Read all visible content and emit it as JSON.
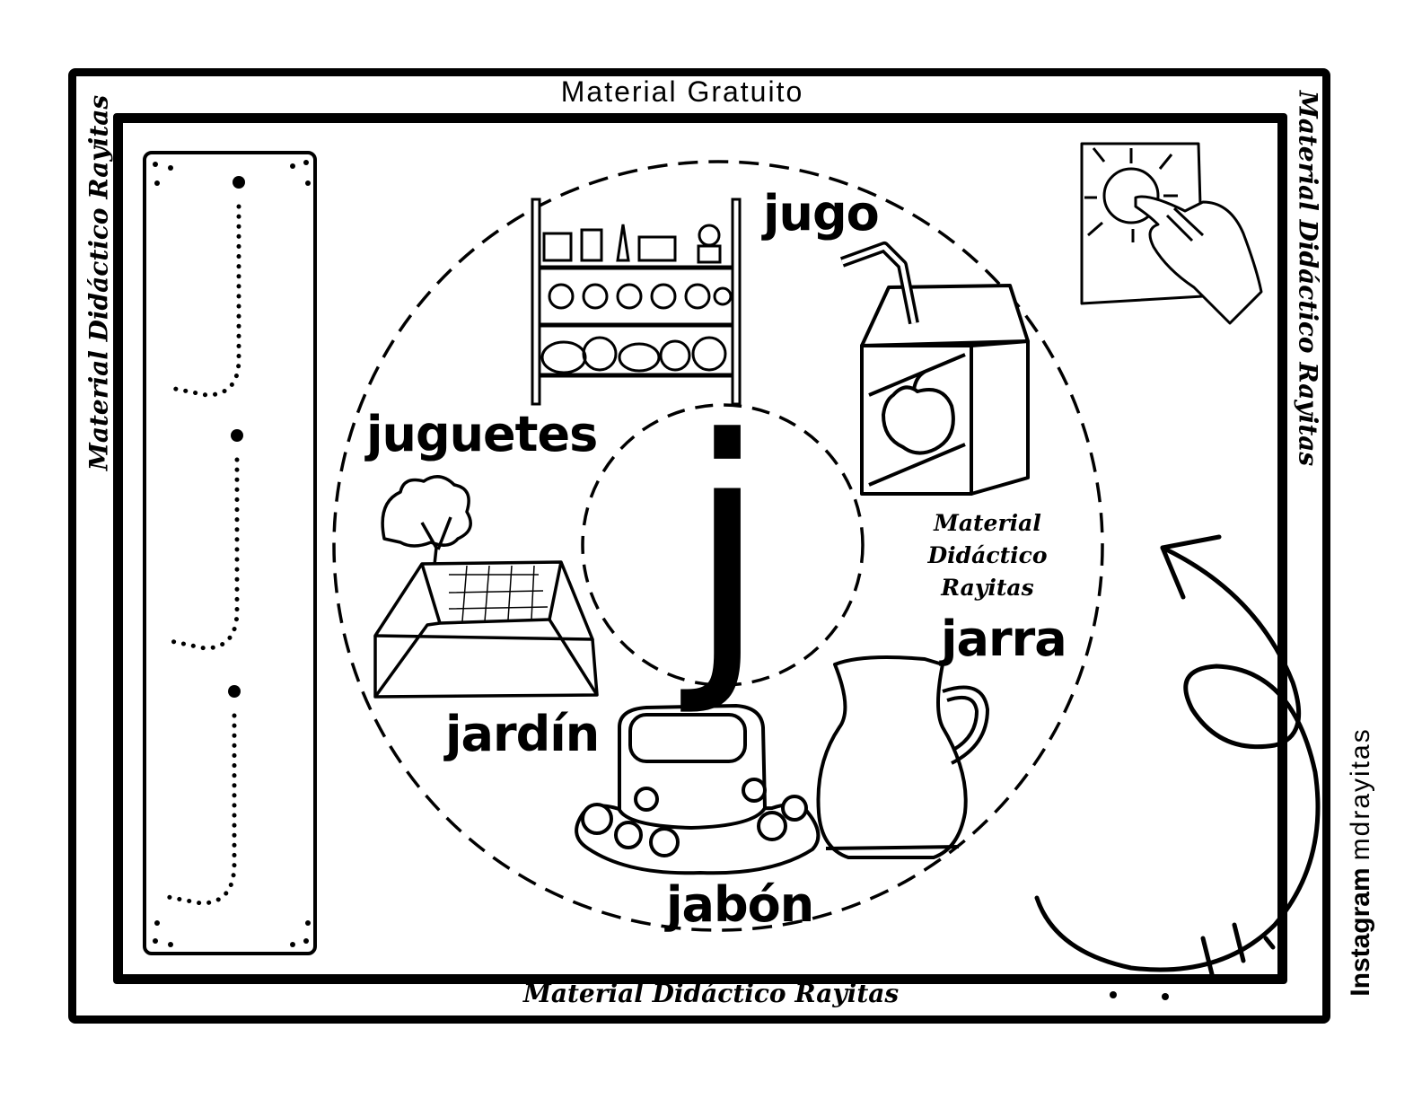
{
  "header": {
    "top_label": "Material Gratuito"
  },
  "side_labels": {
    "left": "Material Didáctico Rayitas",
    "right": "Material Didáctico Rayitas",
    "bottom": "Material Didáctico Rayitas"
  },
  "instagram": {
    "label": "Instagram",
    "handle": "mdrayitas"
  },
  "center": {
    "letter": "j"
  },
  "words": {
    "jugo": "jugo",
    "juguetes": "juguetes",
    "jarra": "jarra",
    "jardin": "jardín",
    "jabon": "jabón"
  },
  "watermark": {
    "line1": "Material",
    "line2": "Didáctico",
    "line3": "Rayitas"
  },
  "icons": [
    "toy-shelf-icon",
    "juice-box-icon",
    "garden-icon",
    "soap-icon",
    "pitcher-icon",
    "hand-tracing-icon",
    "stroke-direction-arrow-icon"
  ],
  "colors": {
    "ink": "#000000",
    "paper": "#ffffff"
  }
}
